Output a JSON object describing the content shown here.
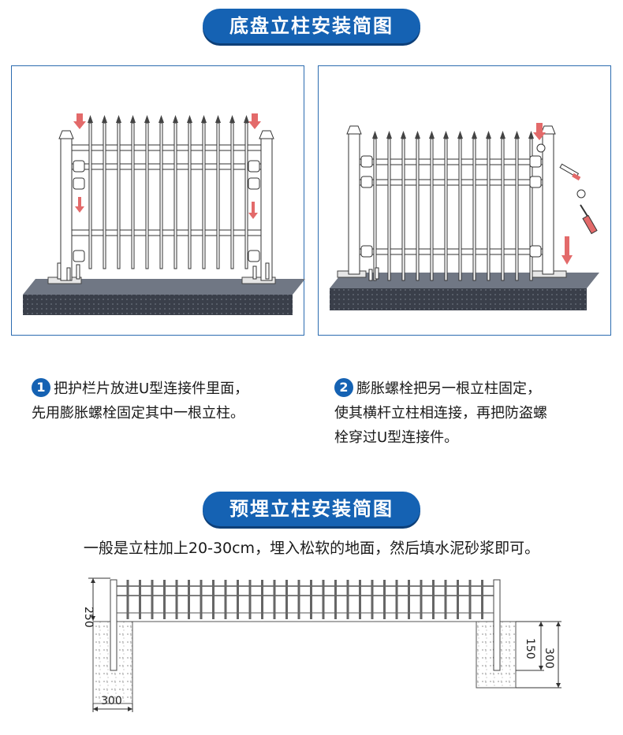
{
  "section1": {
    "title": "底盘立柱安装简图"
  },
  "step1": {
    "number": "1",
    "line1": "把护栏片放进U型连接件里面，",
    "line2": "先用膨胀螺栓固定其中一根立柱。"
  },
  "step2": {
    "number": "2",
    "line1": "膨胀螺栓把另一根立柱固定，",
    "line2": "使其横杆立柱相连接，再把防盗螺",
    "line3": "栓穿过U型连接件。"
  },
  "section2": {
    "title": "预埋立柱安装简图"
  },
  "intro": "一般是立柱加上20-30cm，埋入松软的地面，然后填水泥砂浆即可。",
  "dimensions": {
    "post_height": "250",
    "foundation_width": "300",
    "embed_depth": "150",
    "foundation_depth": "300"
  },
  "colors": {
    "accent": "#1562b3",
    "frame": "#2c6cb0",
    "arrow": "#e36a6a",
    "base": "#3a3f4a"
  }
}
